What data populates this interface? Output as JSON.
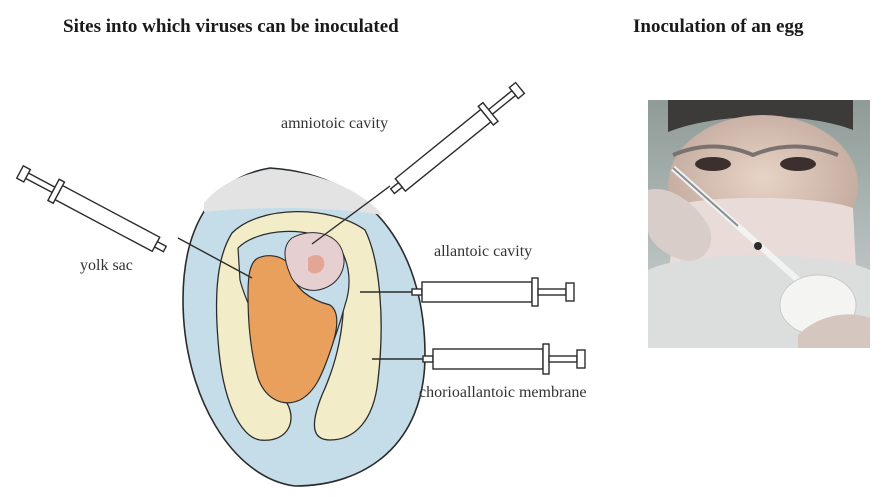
{
  "titles": {
    "left": "Sites into which viruses can be inoculated",
    "right": "Inoculation of an egg"
  },
  "labels": {
    "amniotic": "amniotoic cavity",
    "yolk": "yolk sac",
    "allantoic": "allantoic cavity",
    "chorio": "chorioallantoic membrane"
  },
  "colors": {
    "shell_fluid": "#c5dde9",
    "air_cell": "#e2e3e2",
    "allantoic_layer": "#f2ecc8",
    "yolk": "#e9a05c",
    "embryo": "#e6cfd0",
    "outline": "#2b2b2b"
  }
}
